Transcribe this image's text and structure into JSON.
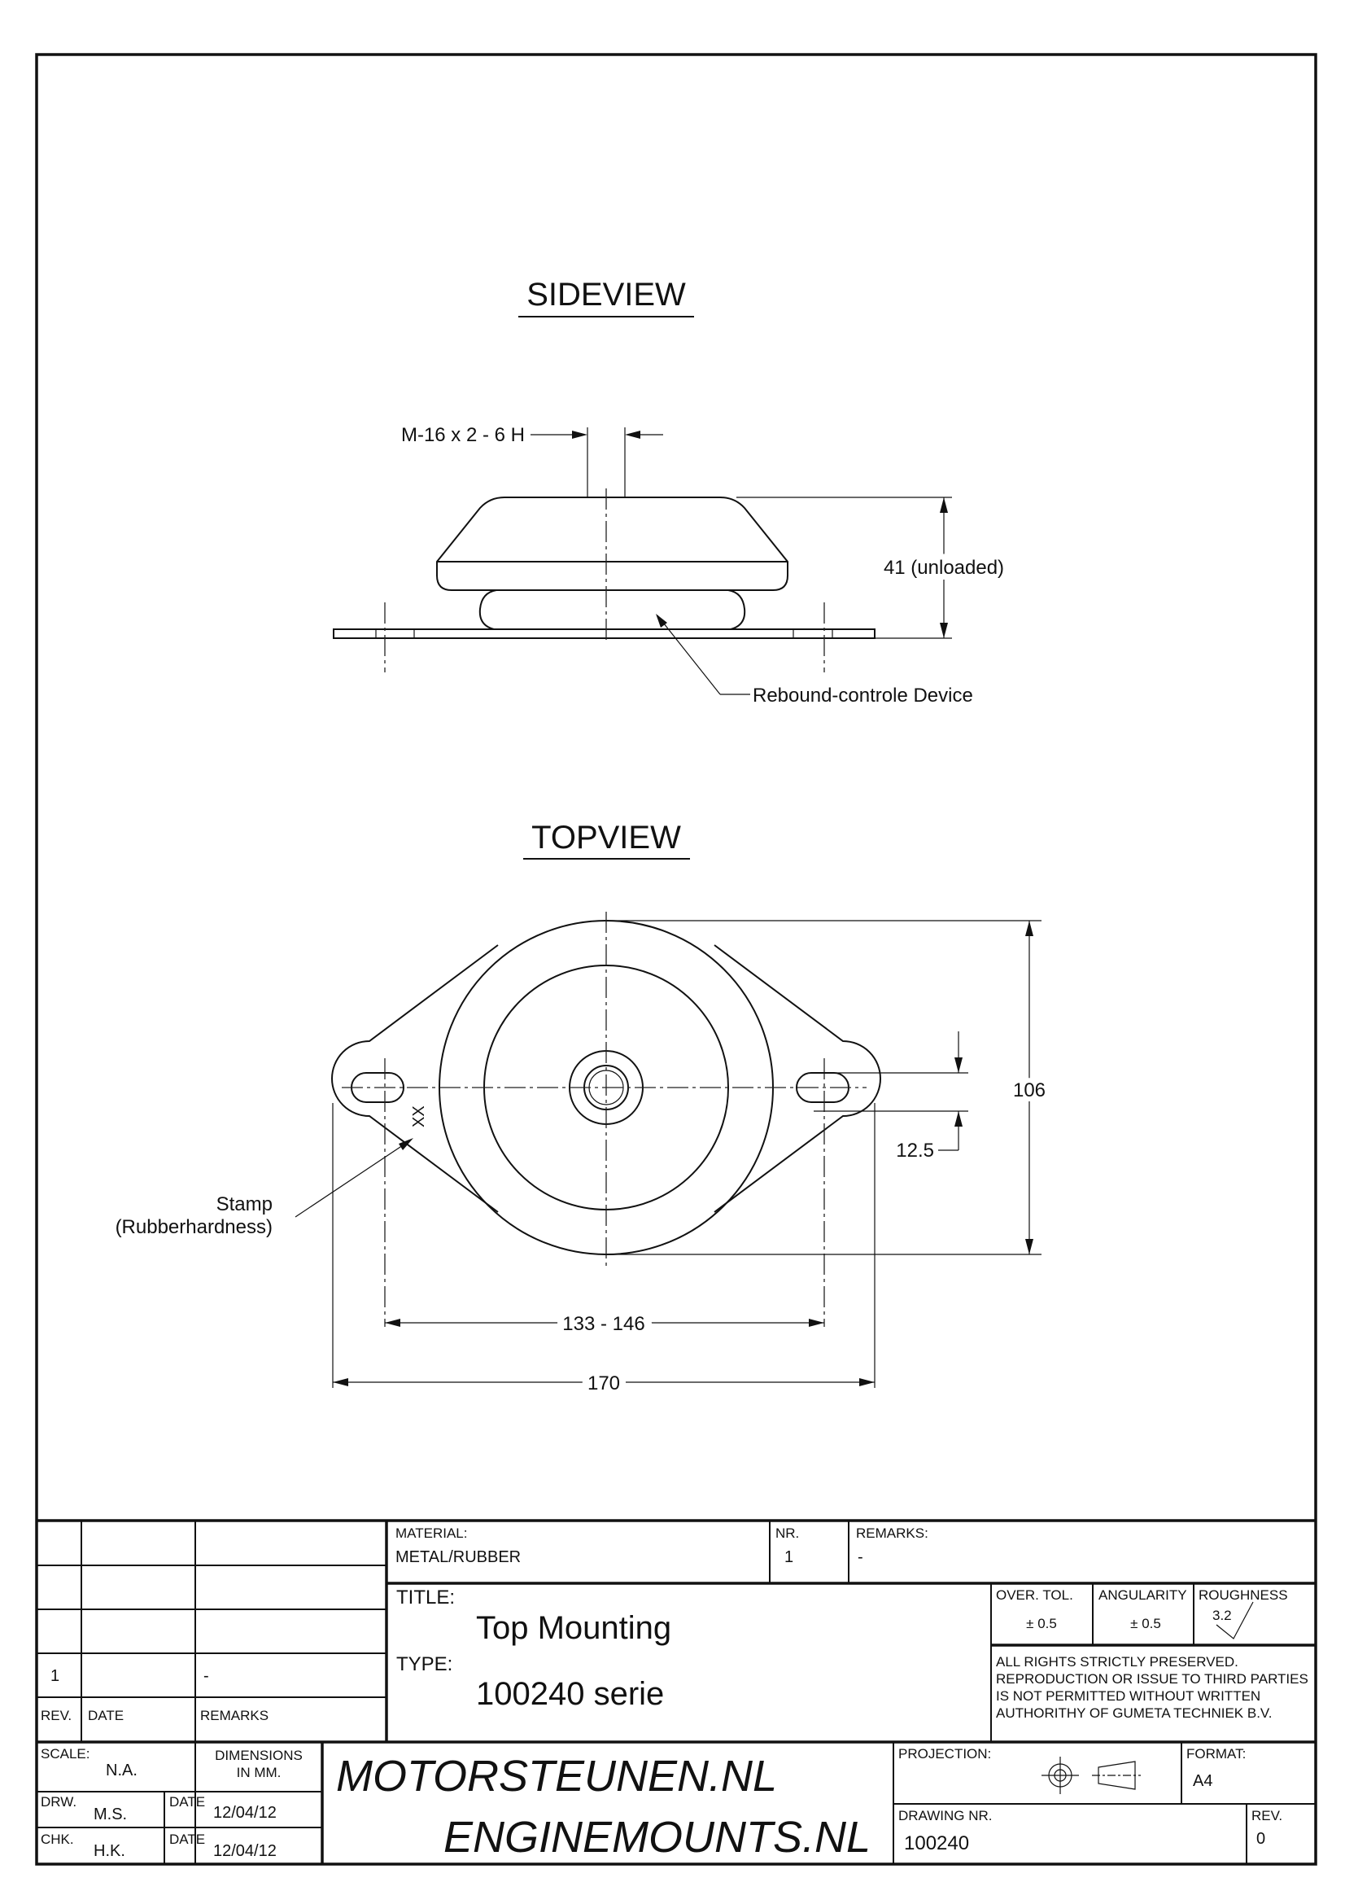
{
  "views": {
    "side": {
      "title": "SIDEVIEW",
      "thread_callout": "M-16 x 2 - 6 H",
      "height_label": "41 (unloaded)",
      "rebound_label": "Rebound-controle Device"
    },
    "top": {
      "title": "TOPVIEW",
      "stamp_label_1": "Stamp",
      "stamp_label_2": "(Rubberhardness)",
      "stamp_mark": "XX",
      "dim_height": "106",
      "dim_slot": "12.5",
      "dim_hole_spacing": "133 - 146",
      "dim_overall_width": "170"
    }
  },
  "title_block": {
    "revisions": {
      "rows": [
        {
          "rev": "",
          "date": "",
          "remarks": ""
        },
        {
          "rev": "",
          "date": "",
          "remarks": ""
        },
        {
          "rev": "",
          "date": "",
          "remarks": ""
        },
        {
          "rev": "1",
          "date": "",
          "remarks": "-"
        }
      ],
      "header_rev": "REV.",
      "header_date": "DATE",
      "header_remarks": "REMARKS"
    },
    "material_label": "MATERIAL:",
    "material_value": "METAL/RUBBER",
    "nr_label": "NR.",
    "nr_value": "1",
    "remarks_label": "REMARKS:",
    "remarks_value": "-",
    "title_label": "TITLE:",
    "title_value": "Top Mounting",
    "type_label": "TYPE:",
    "type_value": "100240 serie",
    "over_tol_label": "OVER. TOL.",
    "over_tol_value": "± 0.5",
    "angularity_label": "ANGULARITY",
    "angularity_value": "± 0.5",
    "roughness_label": "ROUGHNESS",
    "roughness_value": "3.2",
    "rights_lines": [
      "ALL RIGHTS STRICTLY PRESERVED.",
      "REPRODUCTION OR ISSUE TO THIRD PARTIES",
      "IS NOT PERMITTED WITHOUT WRITTEN",
      "AUTHORITHY OF GUMETA TECHNIEK B.V."
    ],
    "scale_label": "SCALE:",
    "scale_value": "N.A.",
    "dimensions_line1": "DIMENSIONS",
    "dimensions_line2": "IN MM.",
    "drw_label": "DRW.",
    "drw_value": "M.S.",
    "drw_date_label": "DATE",
    "drw_date_value": "12/04/12",
    "chk_label": "CHK.",
    "chk_value": "H.K.",
    "chk_date_label": "DATE",
    "chk_date_value": "12/04/12",
    "brand_line1": "MOTORSTEUNEN.NL",
    "brand_line2": "ENGINEMOUNTS.NL",
    "projection_label": "PROJECTION:",
    "format_label": "FORMAT:",
    "format_value": "A4",
    "drawing_nr_label": "DRAWING NR.",
    "drawing_nr_value": "100240",
    "rev_label": "REV.",
    "rev_value": "0"
  }
}
